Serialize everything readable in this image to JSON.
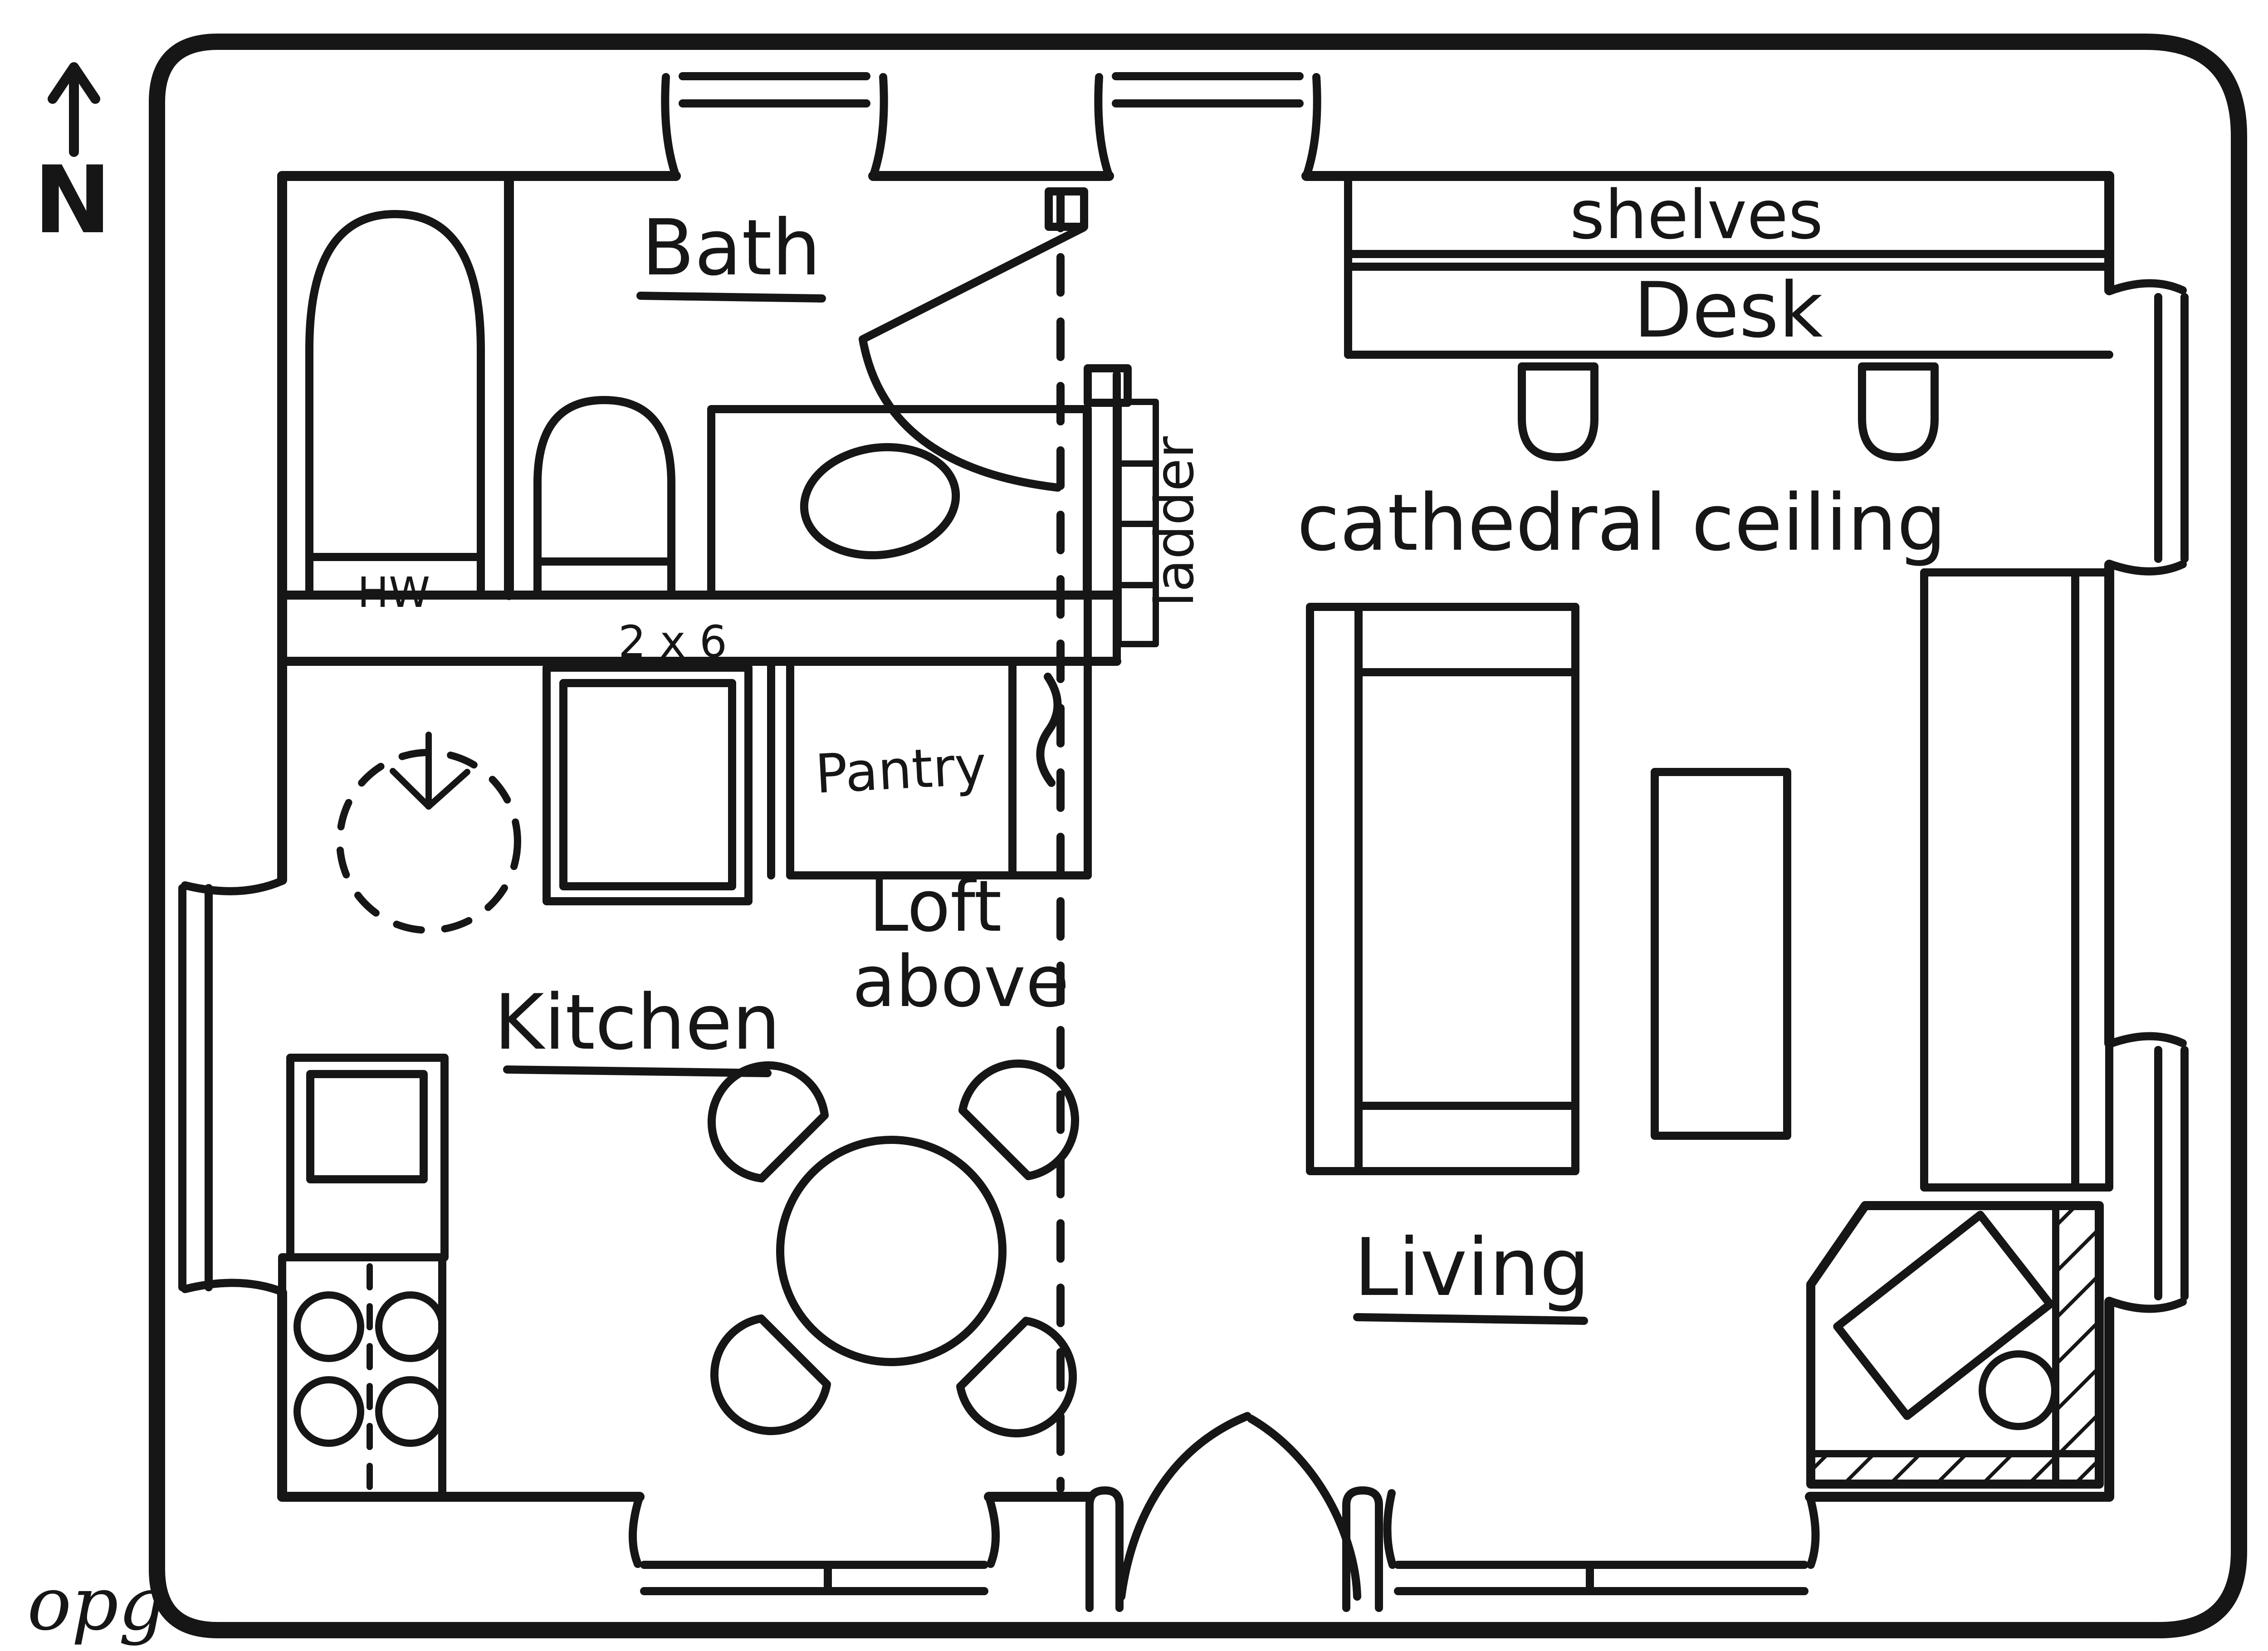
{
  "compass": {
    "north_label": "N"
  },
  "rooms": {
    "bath": "Bath",
    "kitchen": "Kitchen",
    "living": "Living",
    "pantry": "Pantry",
    "loft_line1": "Loft",
    "loft_line2": "above"
  },
  "annotations": {
    "hw": "HW",
    "two_by_six": "2 x 6",
    "ladder": "ladder",
    "shelves": "shelves",
    "desk": "Desk",
    "cathedral_ceiling": "cathedral ceiling",
    "signature": "opg"
  },
  "colors": {
    "ink": "#161616",
    "paper": "#ffffff"
  }
}
